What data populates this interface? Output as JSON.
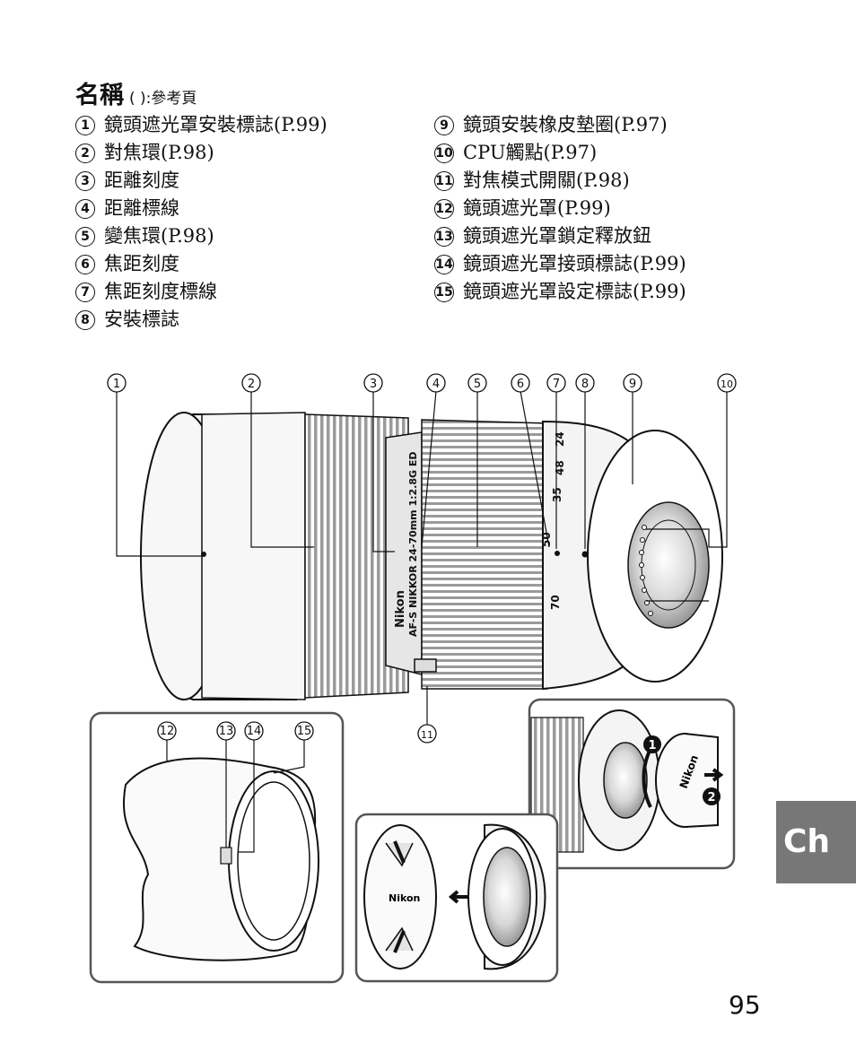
{
  "title": {
    "main": "名稱",
    "note": "( ):參考頁"
  },
  "parts_left": [
    {
      "num": "1",
      "label": "鏡頭遮光罩安裝標誌(P.99)"
    },
    {
      "num": "2",
      "label": "對焦環(P.98)"
    },
    {
      "num": "3",
      "label": "距離刻度"
    },
    {
      "num": "4",
      "label": "距離標線"
    },
    {
      "num": "5",
      "label": "變焦環(P.98)"
    },
    {
      "num": "6",
      "label": "焦距刻度"
    },
    {
      "num": "7",
      "label": "焦距刻度標線"
    },
    {
      "num": "8",
      "label": "安裝標誌"
    }
  ],
  "parts_right": [
    {
      "num": "9",
      "label": "鏡頭安裝橡皮墊圈(P.97)"
    },
    {
      "num": "10",
      "label": "CPU觸點(P.97)"
    },
    {
      "num": "11",
      "label": "對焦模式開關(P.98)"
    },
    {
      "num": "12",
      "label": "鏡頭遮光罩(P.99)"
    },
    {
      "num": "13",
      "label": "鏡頭遮光罩鎖定釋放鈕"
    },
    {
      "num": "14",
      "label": "鏡頭遮光罩接頭標誌(P.99)"
    },
    {
      "num": "15",
      "label": "鏡頭遮光罩設定標誌(P.99)"
    }
  ],
  "callouts": [
    "1",
    "2",
    "3",
    "4",
    "5",
    "6",
    "7",
    "8",
    "9",
    "10",
    "11",
    "12",
    "13",
    "14",
    "15"
  ],
  "lens_text": {
    "brand": "Nikon",
    "model": "AF-S NIKKOR 24-70mm 1:2.8G ED",
    "focal_marks": [
      "24",
      "35",
      "48",
      "50",
      "70"
    ],
    "cap_brand": "Nikon"
  },
  "cap_steps": [
    "1",
    "2"
  ],
  "tab": "Ch",
  "page_number": "95"
}
